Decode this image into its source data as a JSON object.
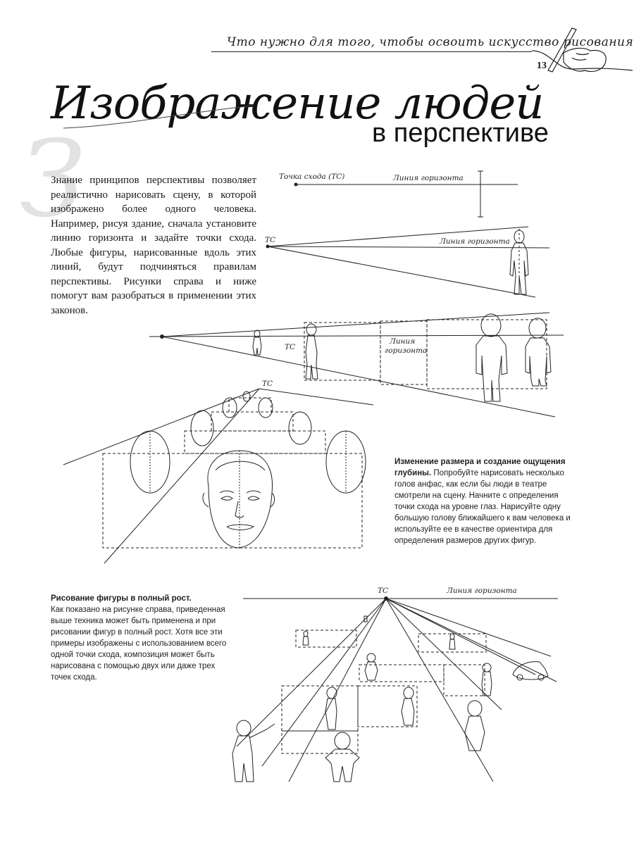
{
  "header": {
    "chapter_title": "Что нужно для того, чтобы освоить искусство рисования",
    "page_number": "13"
  },
  "title": {
    "script": "Изображение людей",
    "sub": "в перспективе",
    "drop_cap": "З"
  },
  "intro_text": "Знание принципов перспективы позволяет реалистично нарисовать сцену, в которой изображено более одного человека. Например, рисуя здание, сначала установите линию горизонта и задайте точки схода. Любые фигуры, нарисованные вдоль этих линий, будут подчиняться правилам перспективы. Рисунки справа и ниже помогут вам разобраться в применении этих законов.",
  "diagram_labels": {
    "vanishing_point_tc": "Точка схода (ТС)",
    "horizon_line": "Линия горизонта",
    "tc": "ТС",
    "horizon_line_split_1": "Линия",
    "horizon_line_split_2": "горизонта"
  },
  "caption_heads": {
    "heading": "Изменение размера и создание ощущения глубины.",
    "body": "Попробуйте нарисовать несколько голов анфас, как если бы люди в театре смотрели на сцену. Начните с определения точки схода на уровне глаз. Нарисуйте одну большую голову ближайшего к вам человека и используйте ее в качестве ориентира для определения размеров других фигур."
  },
  "caption_full_figure": {
    "heading": "Рисование фигуры в полный рост.",
    "body": "Как показано на рисунке справа, приведенная выше техника может быть применена и при рисовании фигур в полный рост. Хотя все эти примеры изображены с использованием всего одной точки схода, композиция может быть нарисована с помощью двух или даже трех точек схода."
  }
}
